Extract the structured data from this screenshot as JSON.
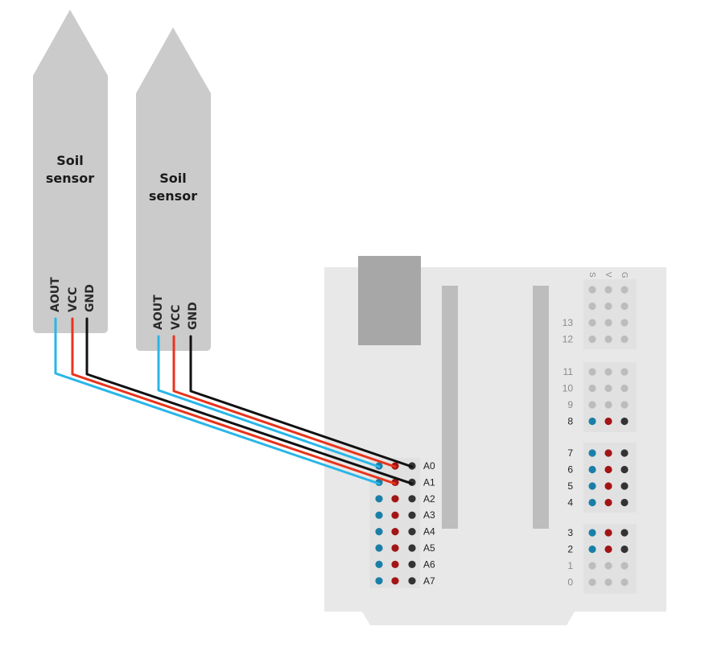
{
  "colors": {
    "board": "#e8e8e8",
    "sensor_body": "#cbcbcb",
    "signal": "#1a7fa8",
    "power": "#a31515",
    "ground": "#333333",
    "inactive": "#bcbcbc",
    "wire_signal": "#29b6e8",
    "wire_power": "#e8341c",
    "wire_ground": "#111111"
  },
  "sensors": [
    {
      "title_line1": "Soil",
      "title_line2": "sensor",
      "pins": [
        "AOUT",
        "VCC",
        "GND"
      ]
    },
    {
      "title_line1": "Soil",
      "title_line2": "sensor",
      "pins": [
        "AOUT",
        "VCC",
        "GND"
      ]
    }
  ],
  "board": {
    "column_labels": [
      "S",
      "V",
      "G"
    ],
    "analog_rows": [
      {
        "label": "A0",
        "active": true
      },
      {
        "label": "A1",
        "active": true
      },
      {
        "label": "A2",
        "active": true
      },
      {
        "label": "A3",
        "active": true
      },
      {
        "label": "A4",
        "active": true
      },
      {
        "label": "A5",
        "active": true
      },
      {
        "label": "A6",
        "active": true
      },
      {
        "label": "A7",
        "active": true
      }
    ],
    "digital_groups": [
      [
        {
          "label": "",
          "active": false
        },
        {
          "label": "",
          "active": false
        },
        {
          "label": "13",
          "active": false
        },
        {
          "label": "12",
          "active": false
        }
      ],
      [
        {
          "label": "11",
          "active": false
        },
        {
          "label": "10",
          "active": false
        },
        {
          "label": "9",
          "active": false
        },
        {
          "label": "8",
          "active": true
        }
      ],
      [
        {
          "label": "7",
          "active": true
        },
        {
          "label": "6",
          "active": true
        },
        {
          "label": "5",
          "active": true
        },
        {
          "label": "4",
          "active": true
        }
      ],
      [
        {
          "label": "3",
          "active": true
        },
        {
          "label": "2",
          "active": true
        },
        {
          "label": "1",
          "active": false
        },
        {
          "label": "0",
          "active": false
        }
      ]
    ]
  },
  "connections": [
    {
      "sensor": 0,
      "row": "A1"
    },
    {
      "sensor": 1,
      "row": "A0"
    }
  ]
}
